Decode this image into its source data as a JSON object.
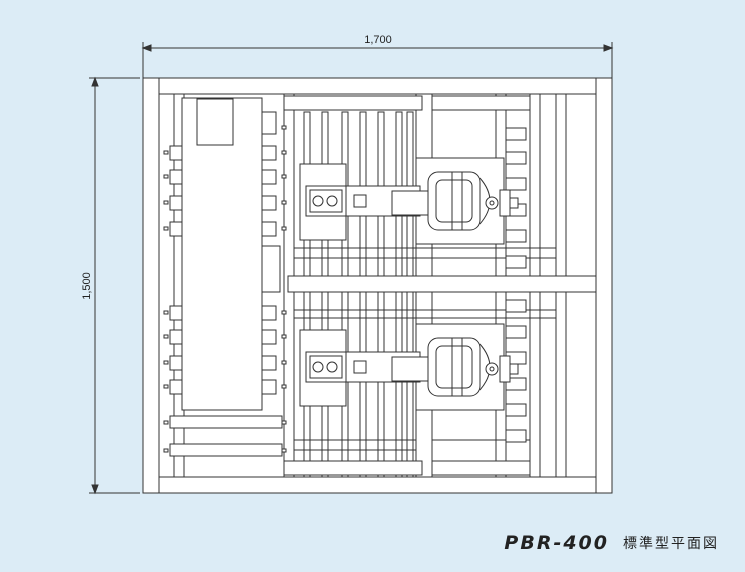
{
  "drawing": {
    "width_label": "1,700",
    "height_label": "1,500",
    "model_name": "PBR-400",
    "subtitle": "標準型平面図",
    "colors": {
      "background": "#dcecf6",
      "line": "#333333",
      "fill": "#ffffff"
    }
  }
}
